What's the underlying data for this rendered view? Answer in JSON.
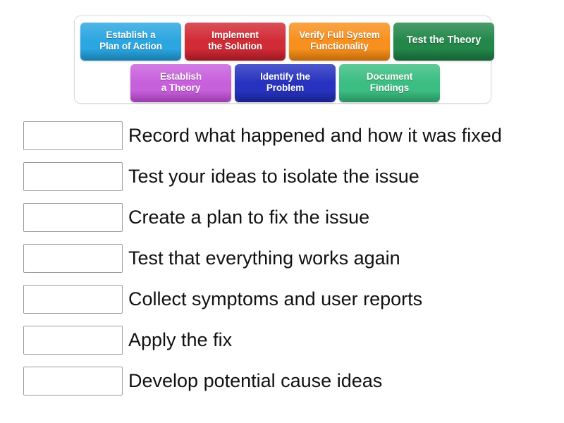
{
  "activity": {
    "type": "match-up",
    "tile_bank": {
      "rows": [
        [
          {
            "label": "Establish a\nPlan of Action",
            "lines": [
              "Establish a",
              "Plan of Action"
            ],
            "color": "#2BA6E0",
            "shadow": "#1A7FB0",
            "width": 143,
            "font_size": 13.5
          },
          {
            "label": "Implement\nthe Solution",
            "lines": [
              "Implement",
              "the Solution"
            ],
            "color": "#D12B36",
            "shadow": "#9E1A24",
            "width": 143,
            "font_size": 13.5
          },
          {
            "label": "Verify Full System\nFunctionality",
            "lines": [
              "Verify Full System",
              "Functionality"
            ],
            "color": "#F7901E",
            "shadow": "#C46D0C",
            "width": 143,
            "font_size": 13.5
          },
          {
            "label": "Test the Theory",
            "lines": [
              "Test the Theory"
            ],
            "color": "#23874A",
            "shadow": "#186334",
            "width": 143,
            "font_size": 14.5
          }
        ],
        [
          {
            "label": "Establish\na Theory",
            "lines": [
              "Establish",
              "a Theory"
            ],
            "color": "#C860DC",
            "shadow": "#9C3FB0",
            "width": 143,
            "font_size": 13.5
          },
          {
            "label": "Identify the\nProblem",
            "lines": [
              "Identify the",
              "Problem"
            ],
            "color": "#2733C0",
            "shadow": "#1A2490",
            "width": 143,
            "font_size": 13.5
          },
          {
            "label": "Document\nFindings",
            "lines": [
              "Document",
              "Findings"
            ],
            "color": "#3CBE82",
            "shadow": "#2A9463",
            "width": 143,
            "font_size": 13.5
          }
        ]
      ]
    },
    "answers": [
      {
        "box_value": "",
        "text": "Record what happened and how it was fixed"
      },
      {
        "box_value": "",
        "text": "Test your ideas to isolate the issue"
      },
      {
        "box_value": "",
        "text": "Create a plan to fix the issue"
      },
      {
        "box_value": "",
        "text": "Test that everything works again"
      },
      {
        "box_value": "",
        "text": "Collect symptoms and user reports"
      },
      {
        "box_value": "",
        "text": "Apply the fix"
      },
      {
        "box_value": "",
        "text": "Develop potential cause ideas"
      }
    ]
  },
  "colors": {
    "page_background": "#FFFFFF",
    "bank_border": "#D8D8D8",
    "box_border": "#9D9D9D",
    "text": "#111111"
  }
}
